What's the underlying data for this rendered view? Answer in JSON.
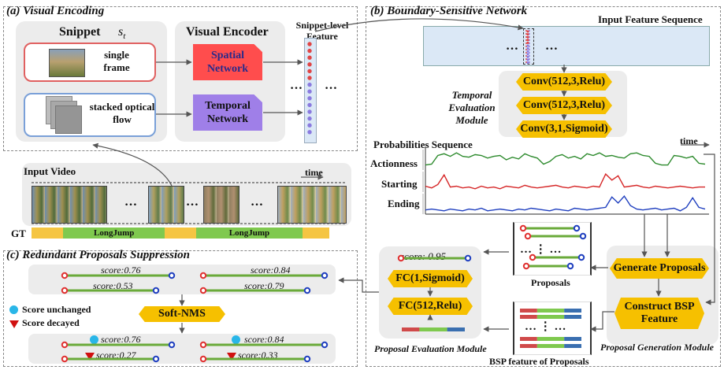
{
  "visual_encoding": {
    "title": "(a) Visual Encoding",
    "snippet_label": "Snippet",
    "snippet_symbol": "s",
    "snippet_subscript": "t",
    "encoder_label": "Visual Encoder",
    "single_frame": "single frame",
    "stacked_flow": "stacked optical flow",
    "spatial_network": "Spatial Network",
    "temporal_network": "Temporal Network",
    "feature_label": "Snippet-level Feature",
    "ellipsis": "…"
  },
  "input_video": {
    "label": "Input Video",
    "time_label": "time",
    "gt_label": "GT",
    "gt_segments": [
      {
        "label": "",
        "fraction": 0.107,
        "color": "#f5c542"
      },
      {
        "label": "LongJump",
        "fraction": 0.34,
        "color": "#7fc94e"
      },
      {
        "label": "",
        "fraction": 0.107,
        "color": "#f5c542"
      },
      {
        "label": "LongJump",
        "fraction": 0.355,
        "color": "#7fc94e"
      },
      {
        "label": "",
        "fraction": 0.091,
        "color": "#f5c542"
      }
    ]
  },
  "bsn": {
    "title": "(b) Boundary-Sensitive Network",
    "input_feature_sequence": "Input Feature Sequence",
    "tem_label": "Temporal Evaluation Module",
    "conv_layers": [
      "Conv(512,3,Relu)",
      "Conv(512,3,Relu)",
      "Conv(3,1,Sigmoid)"
    ],
    "prob_seq_label": "Probabilities  Sequence",
    "time_label": "time",
    "curves": [
      {
        "name": "Actionness",
        "color": "#2e8b2e",
        "values": [
          0.2,
          0.25,
          0.75,
          0.85,
          0.7,
          0.9,
          0.7,
          0.65,
          0.8,
          0.75,
          0.6,
          0.7,
          0.75,
          0.5,
          0.65,
          0.55,
          0.85,
          0.7,
          0.6,
          0.25,
          0.4,
          0.7,
          0.8,
          0.6,
          0.7,
          0.55,
          0.85,
          0.75,
          0.9,
          0.7,
          0.75,
          0.65,
          0.6,
          0.85,
          0.9,
          0.75,
          0.7,
          0.3,
          0.2,
          0.2,
          0.75,
          0.7,
          0.6,
          0.7,
          0.3,
          0.25
        ]
      },
      {
        "name": "Starting",
        "color": "#d62728",
        "values": [
          0.25,
          0.15,
          0.35,
          0.9,
          0.2,
          0.25,
          0.15,
          0.2,
          0.1,
          0.25,
          0.15,
          0.2,
          0.1,
          0.25,
          0.2,
          0.15,
          0.3,
          0.2,
          0.15,
          0.2,
          0.25,
          0.3,
          0.2,
          0.15,
          0.25,
          0.2,
          0.15,
          0.25,
          0.2,
          0.95,
          0.6,
          0.85,
          0.2,
          0.25,
          0.3,
          0.2,
          0.15,
          0.25,
          0.2,
          0.15,
          0.2,
          0.25,
          0.2,
          0.15,
          0.2,
          0.2
        ]
      },
      {
        "name": "Ending",
        "color": "#1f3fbf",
        "values": [
          0.15,
          0.2,
          0.15,
          0.1,
          0.2,
          0.15,
          0.1,
          0.2,
          0.15,
          0.25,
          0.1,
          0.15,
          0.2,
          0.15,
          0.1,
          0.2,
          0.15,
          0.25,
          0.2,
          0.15,
          0.1,
          0.2,
          0.15,
          0.1,
          0.25,
          0.2,
          0.15,
          0.2,
          0.25,
          0.3,
          0.9,
          0.55,
          0.95,
          0.4,
          0.2,
          0.15,
          0.2,
          0.25,
          0.15,
          0.2,
          0.25,
          0.1,
          0.3,
          0.85,
          0.3,
          0.2
        ]
      }
    ],
    "generate_proposals": "Generate Proposals",
    "construct_bsp": "Construct BSP Feature",
    "pgm_label": "Proposal Generation Module",
    "proposals_label": "Proposals",
    "bsp_features_label": "BSP feature of Proposals",
    "fc_layers": [
      "FC(1,Sigmoid)",
      "FC(512,Relu)"
    ],
    "pem_score": "score: 0.95",
    "pem_label": "Proposal Evaluation Module"
  },
  "suppression": {
    "title": "(c) Redundant Proposals Suppression",
    "before_scores": [
      "score:0.76",
      "score:0.53",
      "score:0.84",
      "score:0.79"
    ],
    "soft_nms": "Soft-NMS",
    "legend_unchanged": "Score unchanged",
    "legend_decayed": "Score decayed",
    "after_scores": [
      "score:0.76",
      "score:0.27",
      "score:0.84",
      "score:0.33"
    ],
    "colors": {
      "line": "#6aaa3a",
      "start_dot": "#e03030",
      "end_dot": "#1f3fbf",
      "unchanged": "#29b6e8",
      "decayed": "#d01010"
    }
  }
}
